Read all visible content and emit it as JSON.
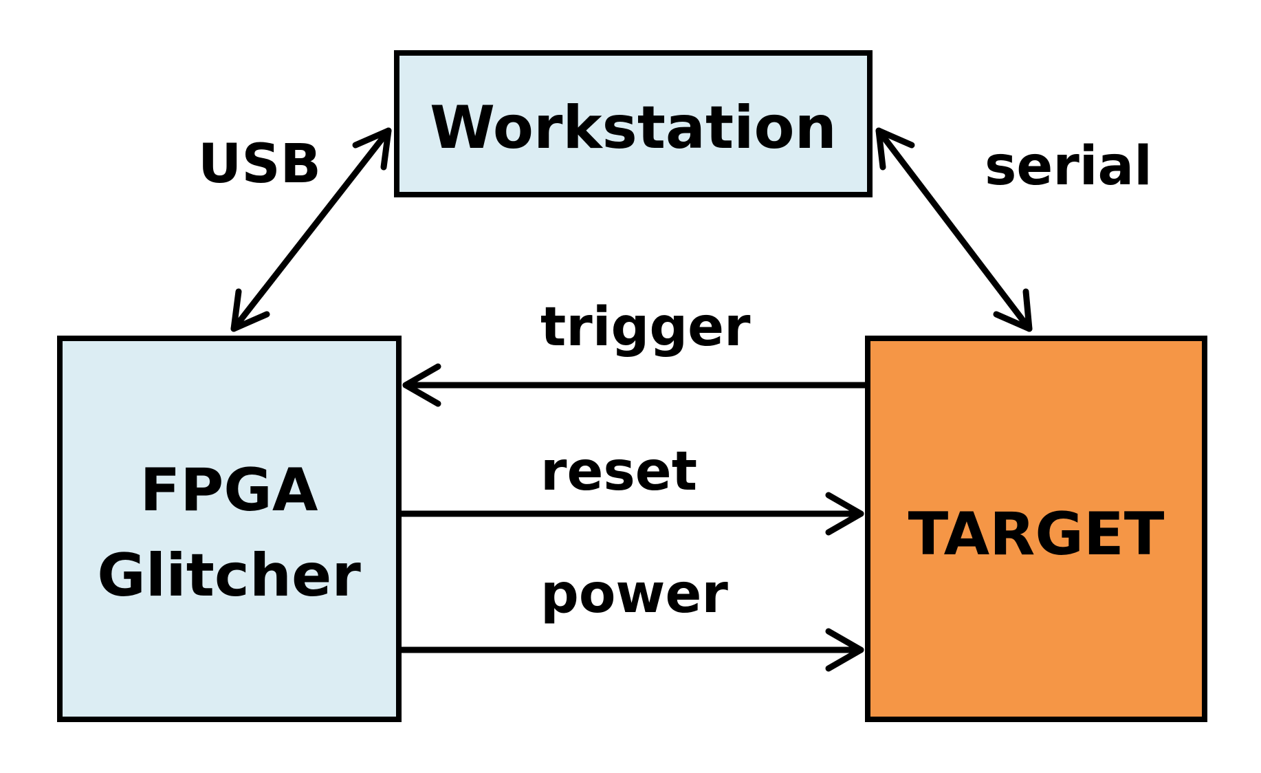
{
  "nodes": {
    "workstation": {
      "label": "Workstation",
      "fill": "#dcedf3"
    },
    "fpga": {
      "label_line1": "FPGA",
      "label_line2": "Glitcher",
      "fill": "#dcedf3"
    },
    "target": {
      "label": "TARGET",
      "fill": "#f59646"
    }
  },
  "edges": {
    "usb": {
      "label": "USB",
      "direction": "bidirectional",
      "from": "fpga",
      "to": "workstation"
    },
    "serial": {
      "label": "serial",
      "direction": "bidirectional",
      "from": "workstation",
      "to": "target"
    },
    "trigger": {
      "label": "trigger",
      "direction": "forward",
      "from": "target",
      "to": "fpga"
    },
    "reset": {
      "label": "reset",
      "direction": "forward",
      "from": "fpga",
      "to": "target"
    },
    "power": {
      "label": "power",
      "direction": "forward",
      "from": "fpga",
      "to": "target"
    }
  },
  "colors": {
    "stroke": "#000000",
    "node_blue": "#dcedf3",
    "node_orange": "#f59646"
  }
}
